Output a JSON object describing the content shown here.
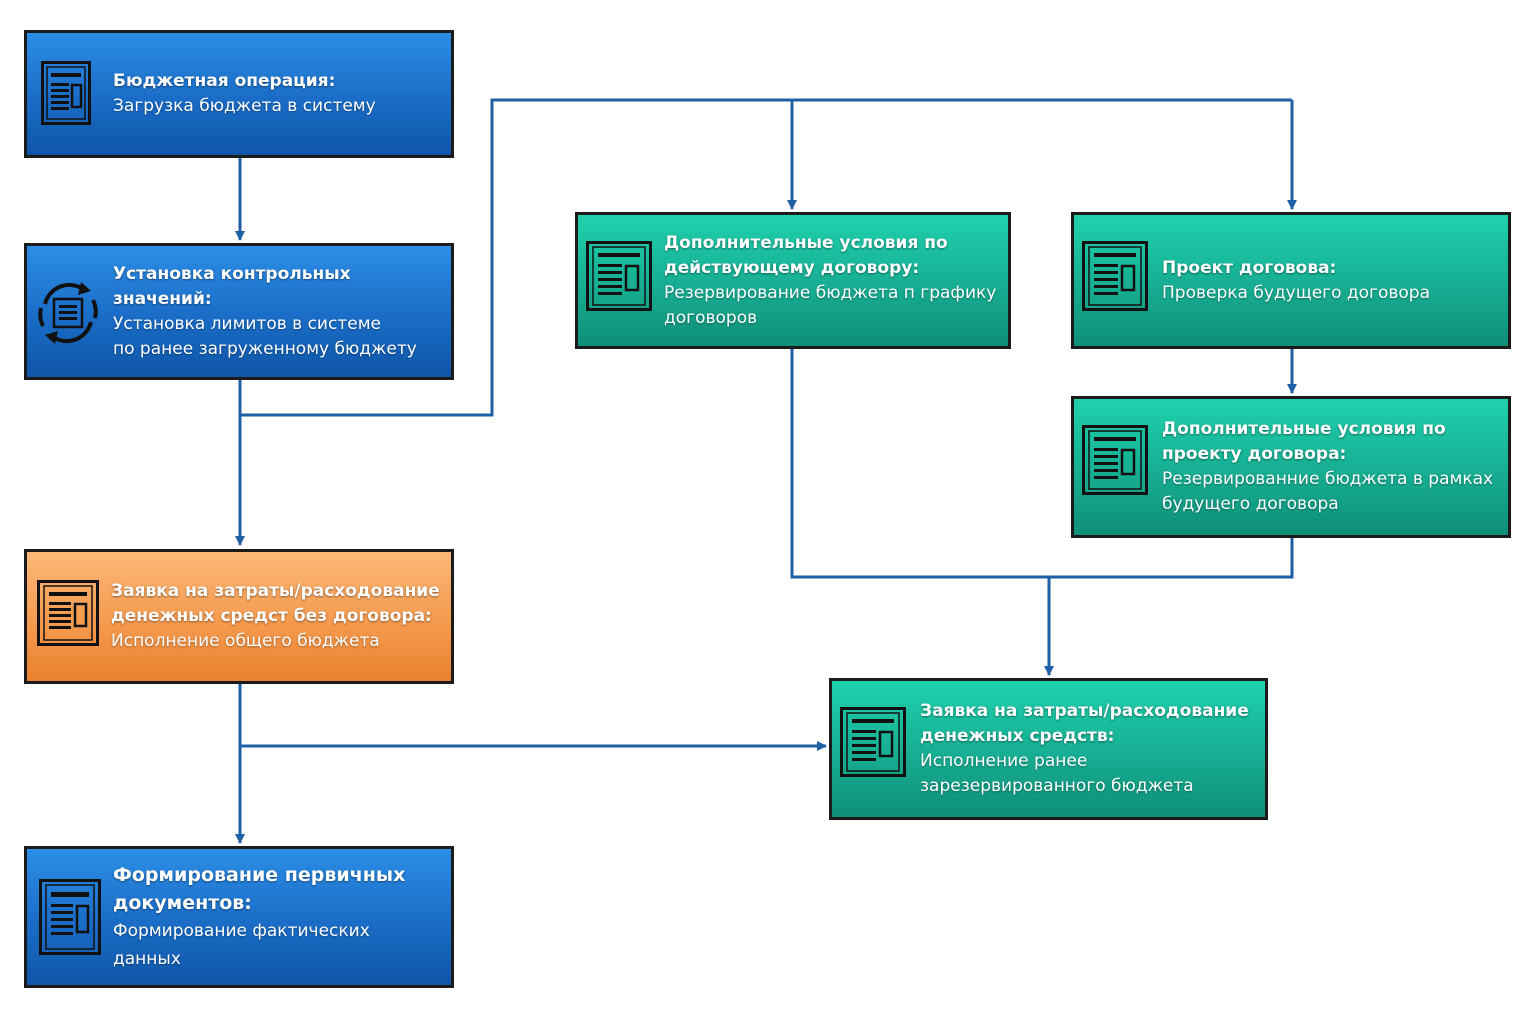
{
  "nodes": {
    "budget_op": {
      "title": "Бюджетная операция:",
      "lines": [
        "Загрузка бюджета в систему"
      ]
    },
    "control_values": {
      "title": "Установка контрольных значений:",
      "lines": [
        "Установка лимитов в системе",
        "по ранее загруженному бюджету"
      ]
    },
    "expense_no_contract": {
      "title_lines": [
        "Заявка на затраты/расходование",
        "денежных средст без договора:"
      ],
      "lines": [
        "Исполнение общего бюджета"
      ]
    },
    "primary_docs": {
      "title_lines": [
        "Формирование первичных",
        "документов:"
      ],
      "lines": [
        "Формирование фактических данных"
      ]
    },
    "addl_current": {
      "title_lines": [
        "Дополнительные условия по",
        "действующему договору:"
      ],
      "lines": [
        "Резервирование бюджета п графику",
        "договоров"
      ]
    },
    "contract_draft": {
      "title": "Проект договова:",
      "lines": [
        "Проверка будущего договора"
      ]
    },
    "addl_draft": {
      "title_lines": [
        "Дополнительные условия по",
        "проекту договора:"
      ],
      "lines": [
        "Резервированние бюджета в рамках",
        "будущего договора"
      ]
    },
    "expense_request": {
      "title_lines": [
        "Заявка на затраты/расходование",
        "денежных средств:"
      ],
      "lines": [
        "Исполнение ранее",
        "зарезервированного бюджета"
      ]
    }
  },
  "colors": {
    "blue": "#1a6cc6",
    "green": "#17ad92",
    "orange": "#f59a4e",
    "connector": "#1f5fa6"
  },
  "icons": {
    "document": "document-icon",
    "sync": "refresh-cycle-icon"
  }
}
